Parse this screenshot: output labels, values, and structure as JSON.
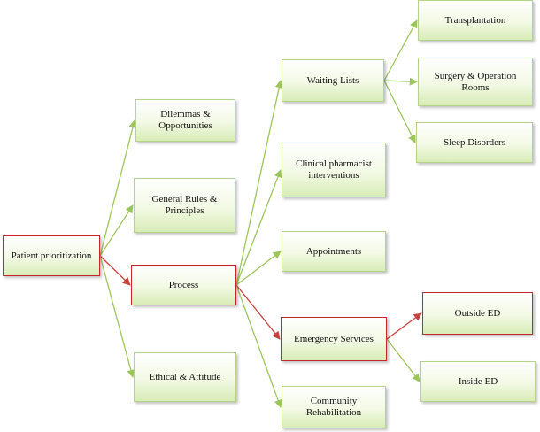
{
  "diagram": {
    "colors": {
      "edge_green": "#9cc65a",
      "edge_red": "#c9413c",
      "node_border_green": "#b5d48a",
      "node_border_red": "#c8262c",
      "node_fill": "#e8f4d4"
    },
    "nodes": {
      "root": "Patient prioritization",
      "dilemmas": "Dilemmas & Opportunities",
      "general_rules": "General Rules & Principles",
      "process": "Process",
      "ethical": "Ethical & Attitude",
      "waiting_lists": "Waiting Lists",
      "clinical_pharmacist": "Clinical pharmacist interventions",
      "appointments": "Appointments",
      "emergency": "Emergency Services",
      "community": "Community Rehabilitation",
      "transplantation": "Transplantation",
      "surgery": "Surgery & Operation Rooms",
      "sleep": "Sleep Disorders",
      "outside_ed": "Outside ED",
      "inside_ed": "Inside ED"
    },
    "edges": [
      {
        "from": "root",
        "to": "dilemmas",
        "highlight": false
      },
      {
        "from": "root",
        "to": "general_rules",
        "highlight": false
      },
      {
        "from": "root",
        "to": "process",
        "highlight": true
      },
      {
        "from": "root",
        "to": "ethical",
        "highlight": false
      },
      {
        "from": "process",
        "to": "waiting_lists",
        "highlight": false
      },
      {
        "from": "process",
        "to": "clinical_pharmacist",
        "highlight": false
      },
      {
        "from": "process",
        "to": "appointments",
        "highlight": false
      },
      {
        "from": "process",
        "to": "emergency",
        "highlight": true
      },
      {
        "from": "process",
        "to": "community",
        "highlight": false
      },
      {
        "from": "waiting_lists",
        "to": "transplantation",
        "highlight": false
      },
      {
        "from": "waiting_lists",
        "to": "surgery",
        "highlight": false
      },
      {
        "from": "waiting_lists",
        "to": "sleep",
        "highlight": false
      },
      {
        "from": "emergency",
        "to": "outside_ed",
        "highlight": true
      },
      {
        "from": "emergency",
        "to": "inside_ed",
        "highlight": false
      }
    ]
  }
}
